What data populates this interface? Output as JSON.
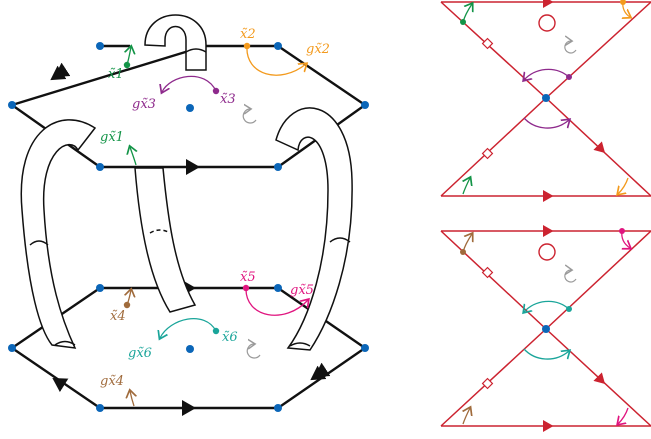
{
  "colors": {
    "black": "#111111",
    "blue": "#0b66b8",
    "red": "#cc2330",
    "green": "#139447",
    "orange": "#f39a1d",
    "purple": "#8e2a8c",
    "brown": "#a06b3c",
    "pink": "#e0157f",
    "teal": "#1aa59a",
    "gray": "#9a9a9a"
  },
  "labels": {
    "x1": "x̃1",
    "x2": "x̃2",
    "gx2": "gx̃2",
    "gx3": "gx̃3",
    "x3": "x̃3",
    "gx1": "gx̃1",
    "x5": "x̃5",
    "gx5": "gx̃5",
    "x4": "x̃4",
    "x6": "x̃6",
    "gx6": "gx̃6",
    "gx4": "gx̃4"
  }
}
